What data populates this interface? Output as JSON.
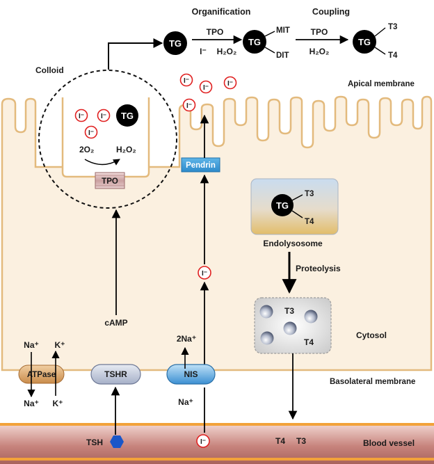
{
  "labels": {
    "organification": "Organification",
    "coupling": "Coupling",
    "colloid": "Colloid",
    "apical_membrane": "Apical membrane",
    "basolateral_membrane": "Basolateral membrane",
    "cytosol": "Cytosol",
    "blood_vessel": "Blood vessel",
    "endolysosome": "Endolysosome",
    "proteolysis": "Proteolysis",
    "camp": "cAMP"
  },
  "reaction": {
    "tg": "TG",
    "tpo": "TPO",
    "iodide": "I⁻",
    "h2o2": "H₂O₂",
    "mit": "MIT",
    "dit": "DIT",
    "t3": "T3",
    "t4": "T4"
  },
  "colloid_box": {
    "tg": "TG",
    "reactant": "2O₂",
    "product": "H₂O₂",
    "tpo": "TPO",
    "iodide": "I⁻"
  },
  "transporters": {
    "pendrin": "Pendrin",
    "tshr": "TSHR",
    "nis": "NIS",
    "atpase": "ATPase"
  },
  "ions": {
    "na_plus": "Na⁺",
    "k_plus": "K⁺",
    "two_na_plus": "2Na⁺",
    "iodide": "I⁻"
  },
  "endolysosome": {
    "tg": "TG",
    "t3": "T3",
    "t4": "T4"
  },
  "cytosol_box": {
    "t3": "T3",
    "t4": "T4"
  },
  "blood": {
    "tsh": "TSH",
    "iodide": "I⁻",
    "t4": "T4",
    "t3": "T3"
  },
  "colors": {
    "cell": "#fbf0e0",
    "cell_border": "#e3ba7d",
    "iodide_ring": "#e02020",
    "tg_fill": "#000000",
    "pendrin": "#3a9ed8",
    "blood_vessel": "#c9908a",
    "vessel_border": "#f2a23a"
  }
}
